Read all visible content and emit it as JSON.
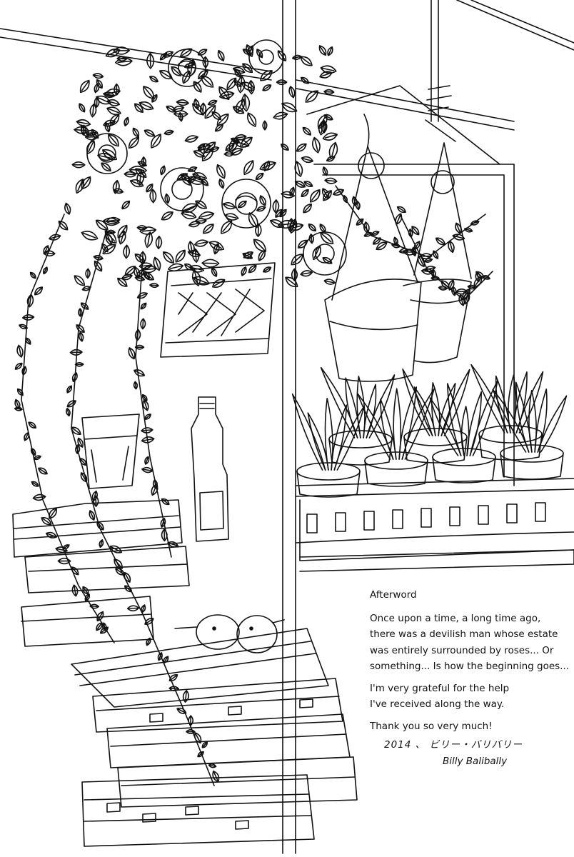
{
  "afterword": {
    "heading": "Afterword",
    "paragraph1": [
      "Once upon a time, a long time ago,",
      "there was a devilish man whose estate",
      "was entirely surrounded by roses... Or",
      "something... Is how the beginning goes..."
    ],
    "paragraph2": [
      "I'm very grateful for the help",
      "I've received along the way."
    ],
    "thanks": "Thank you so very much!",
    "date_signature": "2014 、 ビリー・バリバリー",
    "signature": "Billy Balibally"
  }
}
